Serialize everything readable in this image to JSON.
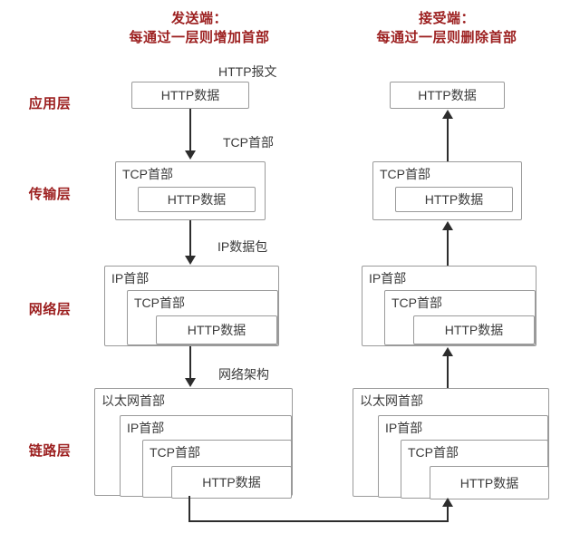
{
  "diagram": {
    "title_sender_line1": "发送端：",
    "title_sender_line2": "每通过一层则增加首部",
    "title_receiver_line1": "接受端：",
    "title_receiver_line2": "每通过一层则删除首部",
    "accent_color": "#9c1f1f",
    "box_border_color": "#9a9a9a",
    "arrow_color": "#2d2d2d",
    "text_color": "#3b3b3b"
  },
  "layers": [
    {
      "name": "application",
      "label": "应用层"
    },
    {
      "name": "transport",
      "label": "传输层"
    },
    {
      "name": "network",
      "label": "网络层"
    },
    {
      "name": "link",
      "label": "链路层"
    }
  ],
  "annotations": [
    {
      "name": "http-message",
      "label": "HTTP报文"
    },
    {
      "name": "tcp-header",
      "label": "TCP首部"
    },
    {
      "name": "ip-packet",
      "label": "IP数据包"
    },
    {
      "name": "network-frame",
      "label": "网络架构"
    }
  ],
  "labels": {
    "http_data": "HTTP数据",
    "tcp_header": "TCP首部",
    "ip_header": "IP首部",
    "ethernet_header": "以太网首部"
  },
  "sender": {
    "application": {
      "http_data": "HTTP数据"
    },
    "transport": {
      "tcp_header": "TCP首部",
      "http_data": "HTTP数据"
    },
    "network": {
      "ip_header": "IP首部",
      "tcp_header": "TCP首部",
      "http_data": "HTTP数据"
    },
    "link": {
      "ethernet_header": "以太网首部",
      "ip_header": "IP首部",
      "tcp_header": "TCP首部",
      "http_data": "HTTP数据"
    }
  },
  "receiver": {
    "application": {
      "http_data": "HTTP数据"
    },
    "transport": {
      "tcp_header": "TCP首部",
      "http_data": "HTTP数据"
    },
    "network": {
      "ip_header": "IP首部",
      "tcp_header": "TCP首部",
      "http_data": "HTTP数据"
    },
    "link": {
      "ethernet_header": "以太网首部",
      "ip_header": "IP首部",
      "tcp_header": "TCP首部",
      "http_data": "HTTP数据"
    }
  }
}
